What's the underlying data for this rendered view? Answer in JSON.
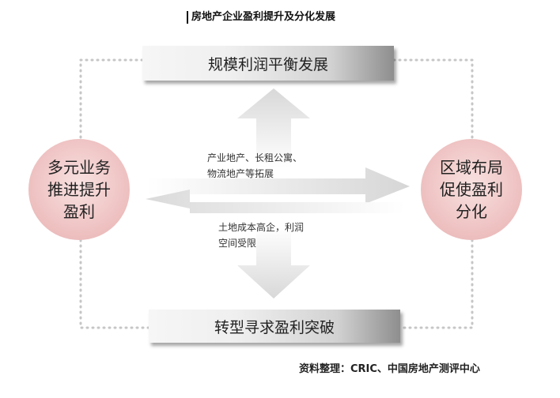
{
  "title": "房地产企业盈利提升及分化发展",
  "boxes": {
    "top": "规模利润平衡发展",
    "bottom": "转型寻求盈利突破"
  },
  "circles": {
    "left": [
      "多元业务",
      "推进提升",
      "盈利"
    ],
    "right": [
      "区域布局",
      "促使盈利",
      "分化"
    ]
  },
  "notes": {
    "upper": [
      "产业地产、长租公寓、",
      "物流地产等拓展"
    ],
    "lower": [
      "土地成本高企，利润",
      "空间受限"
    ]
  },
  "source": "资料整理：CRIC、中国房地产测评中心",
  "colors": {
    "circle_fill": "#efc3c3",
    "dotted_line": "#c8c8c8",
    "arrow_fill": "#e6e6e6"
  }
}
